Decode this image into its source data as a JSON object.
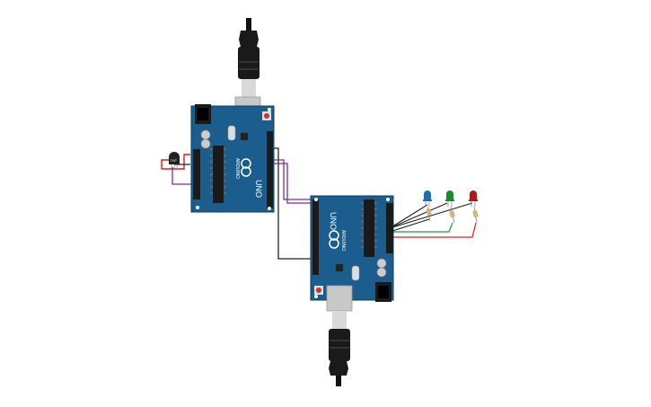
{
  "board_top": {
    "name": "Arduino Uno R3",
    "logo_text": "UNO",
    "brand_text": "ARDUINO",
    "color": "#1b5e8e"
  },
  "board_bottom": {
    "name": "Arduino Uno R3",
    "logo_text": "UNO",
    "brand_text": "ARDUINO",
    "color": "#1b5e8e"
  },
  "sensor": {
    "name": "Temperature Sensor [TMP36]",
    "label": "TMP"
  },
  "leds": [
    {
      "name": "Blue LED",
      "color": "#1f6fb5"
    },
    {
      "name": "Green LED",
      "color": "#1a8a2e"
    },
    {
      "name": "Red LED",
      "color": "#b01818"
    }
  ],
  "wire_colors": {
    "black": "#222222",
    "purple": "#7b2d8e",
    "red": "#d42020",
    "green": "#1f9a3a"
  }
}
